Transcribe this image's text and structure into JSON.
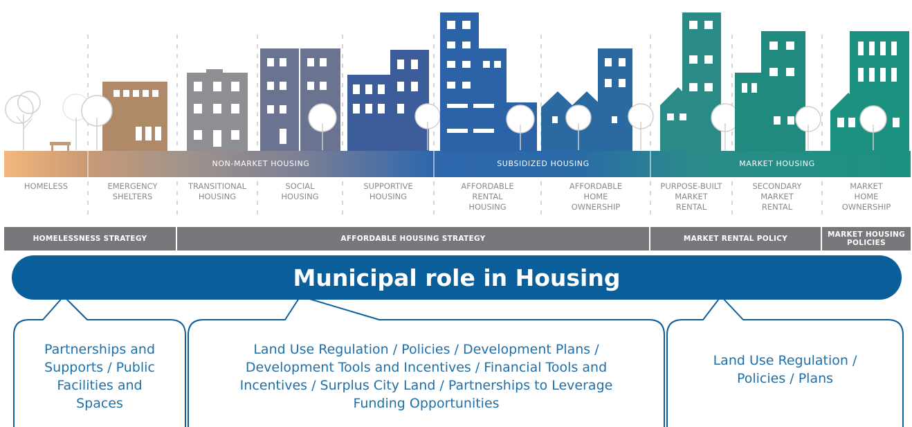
{
  "housing_types": [
    {
      "id": "homeless",
      "label": "HOMELESS"
    },
    {
      "id": "shelters",
      "label": "EMERGENCY\nSHELTERS"
    },
    {
      "id": "transitional",
      "label": "TRANSITIONAL\nHOUSING"
    },
    {
      "id": "social",
      "label": "SOCIAL\nHOUSING"
    },
    {
      "id": "supportive",
      "label": "SUPPORTIVE\nHOUSING"
    },
    {
      "id": "affordable_rental",
      "label": "AFFORDABLE\nRENTAL\nHOUSING"
    },
    {
      "id": "affordable_ownership",
      "label": "AFFORDABLE\nHOME\nOWNERSHIP"
    },
    {
      "id": "purpose_built",
      "label": "PURPOSE-BUILT\nMARKET\nRENTAL"
    },
    {
      "id": "secondary",
      "label": "SECONDARY\nMARKET\nRENTAL"
    },
    {
      "id": "market_ownership",
      "label": "MARKET\nHOME\nOWNERSHIP"
    }
  ],
  "bands": {
    "non_market": "NON-MARKET HOUSING",
    "subsidized": "SUBSIDIZED HOUSING",
    "market": "MARKET HOUSING"
  },
  "strategies": {
    "homelessness": "HOMELESSNESS STRATEGY",
    "affordable": "AFFORDABLE HOUSING STRATEGY",
    "market_rental": "MARKET RENTAL POLICY",
    "market_housing": "MARKET HOUSING\nPOLICIES"
  },
  "role_title": "Municipal role in Housing",
  "callouts": {
    "left": "Partnerships and\nSupports / Public\nFacilities and\nSpaces",
    "middle": "Land Use Regulation / Policies / Development Plans /\nDevelopment Tools and Incentives / Financial Tools and\nIncentives / Surplus City Land / Partnerships to Leverage\nFunding Opportunities",
    "right": "Land Use Regulation /\nPolicies / Plans"
  },
  "colors": {
    "homeless": "#f0b276",
    "shelters": "#b08a68",
    "transitional": "#8d8f93",
    "social": "#6a738f",
    "supportive": "#3d5d9a",
    "affordable": "#2a62a8",
    "market": "#1f8a85",
    "strategy_bar": "#77787b",
    "role_banner": "#0a5f9a",
    "callout_text": "#1e6fa8"
  }
}
